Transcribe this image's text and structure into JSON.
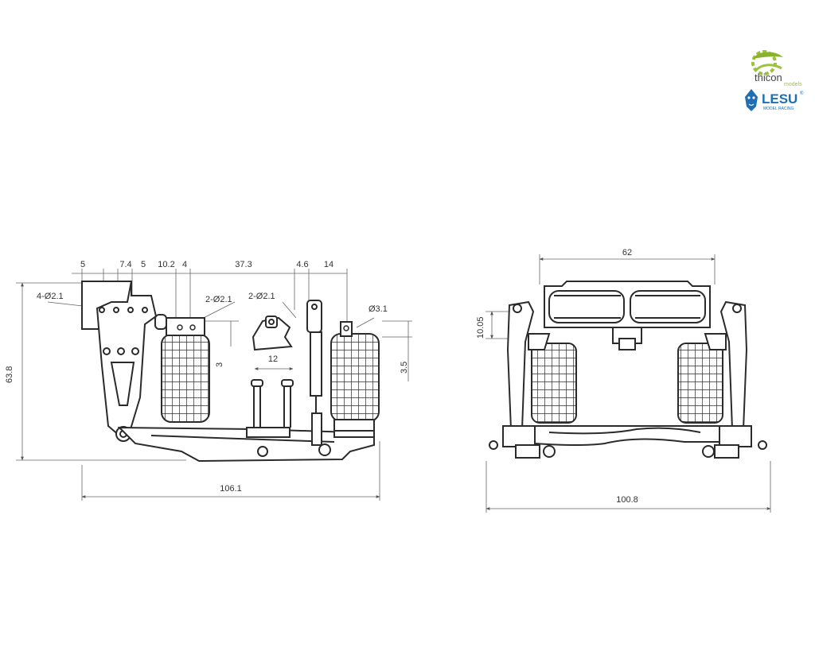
{
  "logos": {
    "thicon": {
      "name": "thicon",
      "sub": "models",
      "icon": "gear-leaf-icon"
    },
    "lesu": {
      "name": "LESU",
      "registered": "®",
      "tagline": "MODEL RACING",
      "icon": "lion-head-icon"
    }
  },
  "side_view": {
    "dims_top": [
      "5",
      "7.4",
      "5",
      "10.2",
      "4",
      "37.3",
      "4.6",
      "14"
    ],
    "hole_left": "4-Ø2.1",
    "hole_mid": "2-Ø2.1",
    "hole_right": "2-Ø2.1",
    "hole_small": "Ø3.1",
    "dim_3": "3",
    "dim_12": "12",
    "dim_35": "3.5",
    "height": "63.8",
    "width": "106.1"
  },
  "front_view": {
    "top": "62",
    "side": "10.05",
    "width": "100.8"
  },
  "colors": {
    "line": "#2b2b2b",
    "dim": "#555555",
    "text": "#333333",
    "thicon_green": "#9bc23c",
    "lesu_blue": "#1f6fb5"
  }
}
